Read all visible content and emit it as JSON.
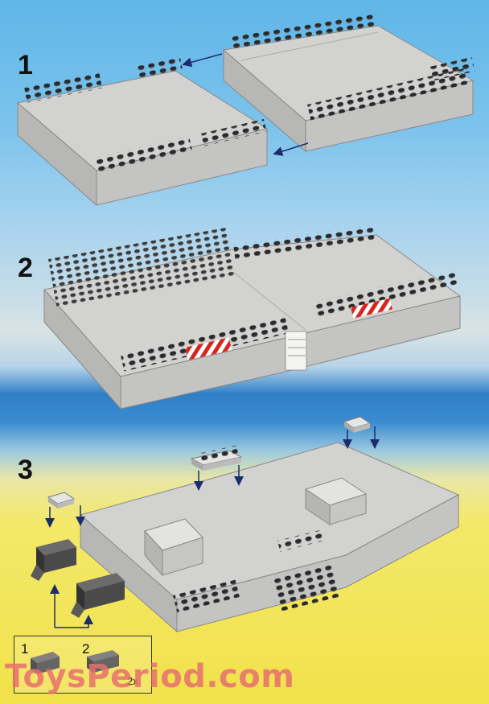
{
  "steps": [
    {
      "number": "1"
    },
    {
      "number": "2"
    },
    {
      "number": "3"
    }
  ],
  "inset": {
    "sub_step_1": "1",
    "sub_step_2": "2",
    "quantity": "2x"
  },
  "watermark": "ToysPeriod.com",
  "colors": {
    "baseplate": "#d2d3d1",
    "baseplate_shadow": "#a9aaa8",
    "dark_brick": "#4a4a4a",
    "hazard_red": "#d8261f",
    "arrow": "#1d2c6a"
  }
}
